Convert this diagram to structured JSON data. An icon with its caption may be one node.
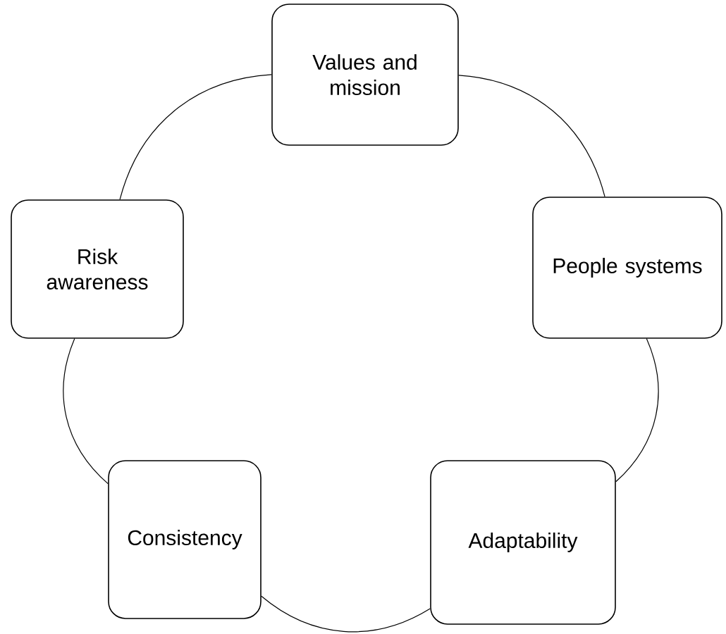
{
  "diagram": {
    "nodes": [
      {
        "text": [
          "Values and mission"
        ]
      },
      {
        "text": [
          "Risk awareness"
        ]
      },
      {
        "text": [
          "People systems"
        ]
      },
      {
        "text": [
          "Consistency"
        ]
      },
      {
        "text": [
          "Adaptability"
        ]
      }
    ],
    "edges": [
      {
        "from": 0,
        "to": 2,
        "arrow": "none"
      },
      {
        "from": 2,
        "to": 4,
        "arrow": "none"
      },
      {
        "from": 4,
        "to": 3,
        "arrow": "none"
      },
      {
        "from": 3,
        "to": 1,
        "arrow": "none"
      },
      {
        "from": 1,
        "to": 0,
        "arrow": "none"
      }
    ]
  }
}
